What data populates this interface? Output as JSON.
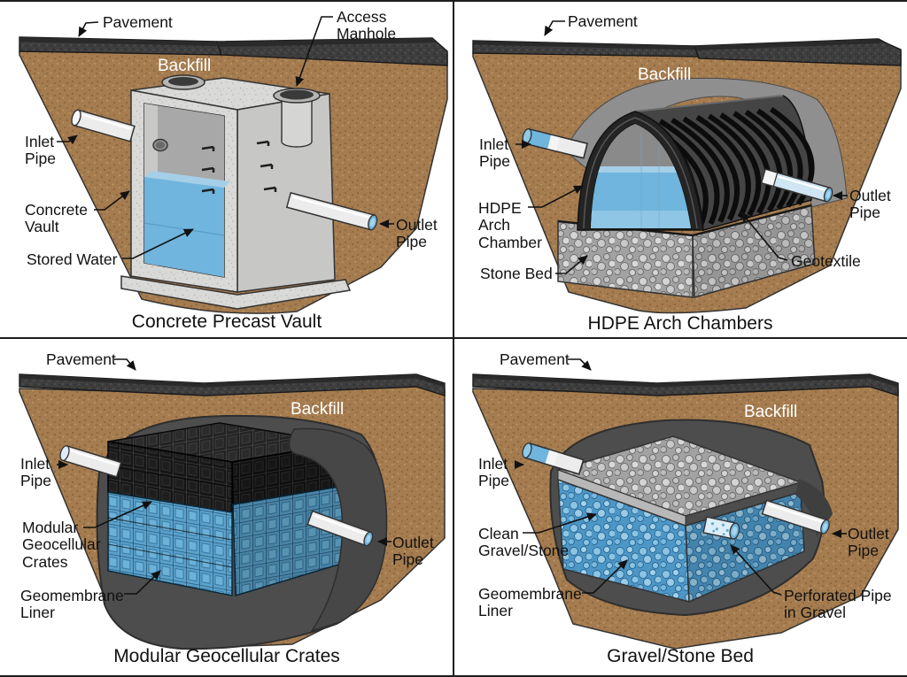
{
  "figure": {
    "type": "diagram",
    "subject": "Underground stormwater storage system cross-sections (2x2 comparison)"
  },
  "colors": {
    "soil_brown": "#a57c4f",
    "pavement_gray": "#3e3e3e",
    "concrete_gray": "#d9d9d7",
    "water_blue": "#6fb5de",
    "water_surface_blue": "#a5cfe8",
    "hdpe_black": "#2a2a2a",
    "stone_gray": "#a2a2a2",
    "stone_water_blue": "#4d97c7",
    "crate_black": "#161616",
    "crate_water_blue": "#5aa2cc",
    "liner_gray": "#4d4d4d",
    "pipe_white": "#ececec",
    "pipe_tip_blue": "#6fb5de",
    "label_text": "#111111",
    "backfill_text": "#ffffff"
  },
  "panels": [
    {
      "title": "Concrete Precast Vault",
      "backfill_label": "Backfill",
      "labels": {
        "pavement": {
          "lines": [
            "Pavement"
          ]
        },
        "access_manhole": {
          "lines": [
            "Access",
            "Manhole"
          ]
        },
        "inlet_pipe": {
          "lines": [
            "Inlet",
            "Pipe"
          ]
        },
        "concrete_vault": {
          "lines": [
            "Concrete",
            "Vault"
          ]
        },
        "stored_water": {
          "lines": [
            "Stored Water"
          ]
        },
        "outlet_pipe": {
          "lines": [
            "Outlet",
            "Pipe"
          ]
        }
      }
    },
    {
      "title": "HDPE Arch Chambers",
      "backfill_label": "Backfill",
      "labels": {
        "pavement": {
          "lines": [
            "Pavement"
          ]
        },
        "inlet_pipe": {
          "lines": [
            "Inlet",
            "Pipe"
          ]
        },
        "hdpe_arch_chamber": {
          "lines": [
            "HDPE",
            "Arch",
            "Chamber"
          ]
        },
        "stone_bed": {
          "lines": [
            "Stone Bed"
          ]
        },
        "outlet_pipe": {
          "lines": [
            "Outlet",
            "Pipe"
          ]
        },
        "geotextile": {
          "lines": [
            "Geotextile"
          ]
        }
      }
    },
    {
      "title": "Modular Geocellular Crates",
      "backfill_label": "Backfill",
      "labels": {
        "pavement": {
          "lines": [
            "Pavement"
          ]
        },
        "inlet_pipe": {
          "lines": [
            "Inlet",
            "Pipe"
          ]
        },
        "modular_geocellular_crates": {
          "lines": [
            "Modular",
            "Geocellular",
            "Crates"
          ]
        },
        "geomembrane_liner": {
          "lines": [
            "Geomembrane",
            "Liner"
          ]
        },
        "outlet_pipe": {
          "lines": [
            "Outlet",
            "Pipe"
          ]
        }
      }
    },
    {
      "title": "Gravel/Stone Bed",
      "backfill_label": "Backfill",
      "labels": {
        "pavement": {
          "lines": [
            "Pavement"
          ]
        },
        "inlet_pipe": {
          "lines": [
            "Inlet",
            "Pipe"
          ]
        },
        "clean_gravel_stone": {
          "lines": [
            "Clean",
            "Gravel/Stone"
          ]
        },
        "geomembrane_liner": {
          "lines": [
            "Geomembrane",
            "Liner"
          ]
        },
        "outlet_pipe": {
          "lines": [
            "Outlet",
            "Pipe"
          ]
        },
        "perforated_pipe": {
          "lines": [
            "Perforated Pipe",
            "in Gravel"
          ]
        }
      }
    }
  ]
}
